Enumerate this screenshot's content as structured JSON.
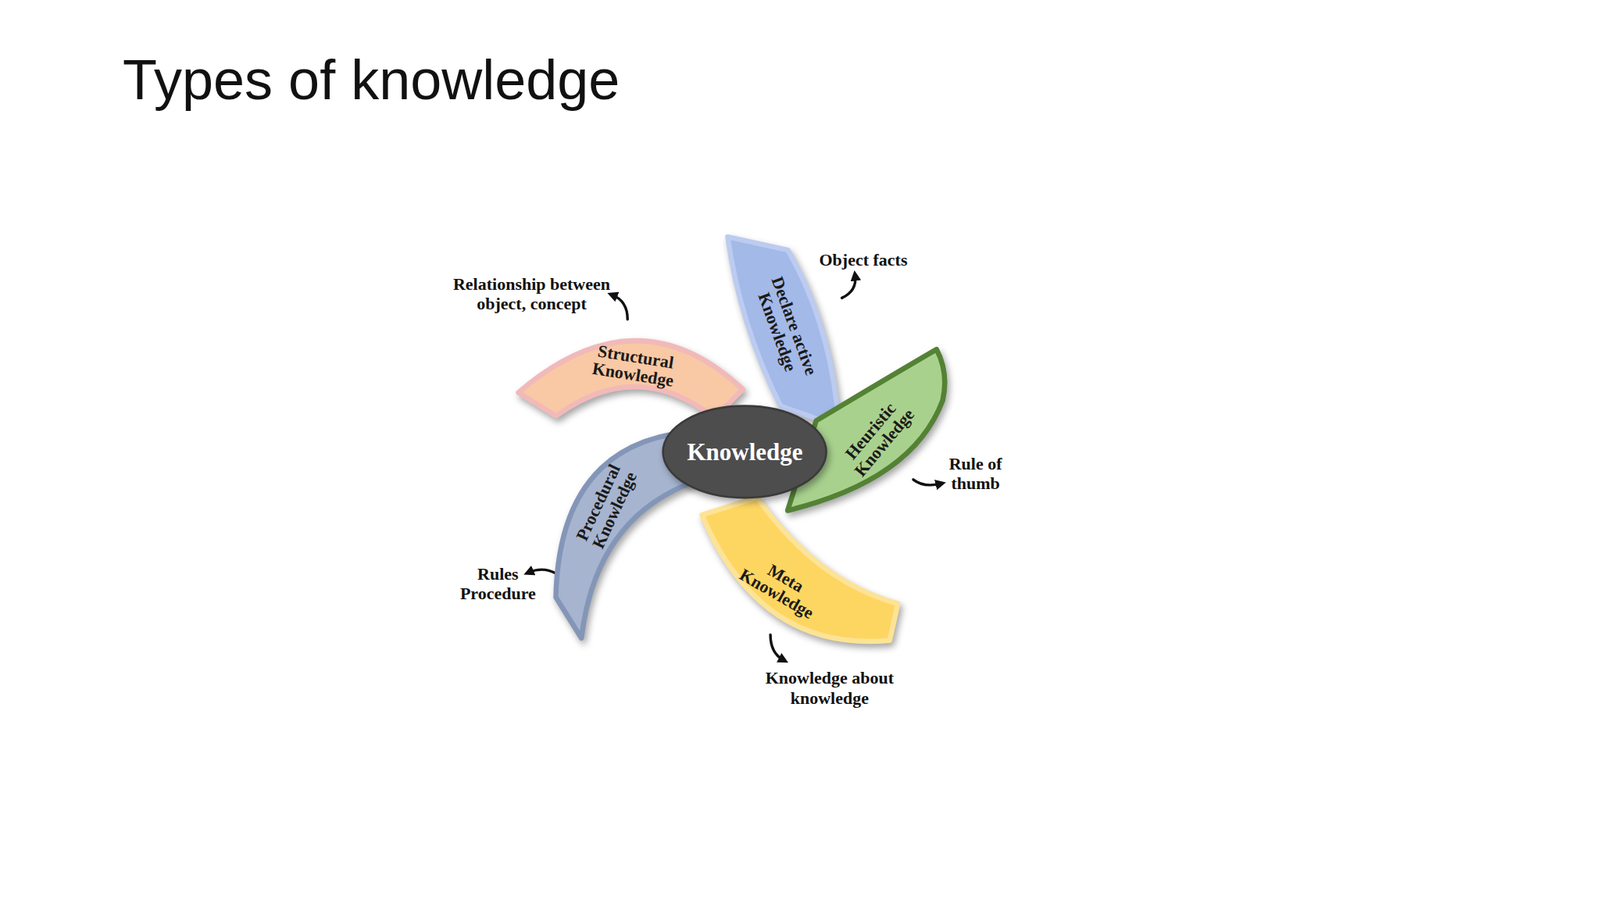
{
  "diagram": {
    "title": "Types of knowledge",
    "nodes": [
      {
        "text": [
          "Knowledge"
        ]
      },
      {
        "text": [
          "Structural Knowledge"
        ]
      },
      {
        "text": [
          "Declare active Knowledge"
        ]
      },
      {
        "text": [
          "Heuristic Knowledge"
        ]
      },
      {
        "text": [
          "Meta Knowledge"
        ]
      },
      {
        "text": [
          "Procedural Knowledge"
        ]
      }
    ],
    "labels": [
      "Relationship between object, concept",
      "Object facts",
      "Rule of thumb",
      "Knowledge about knowledge",
      "Rules Procedure"
    ]
  }
}
